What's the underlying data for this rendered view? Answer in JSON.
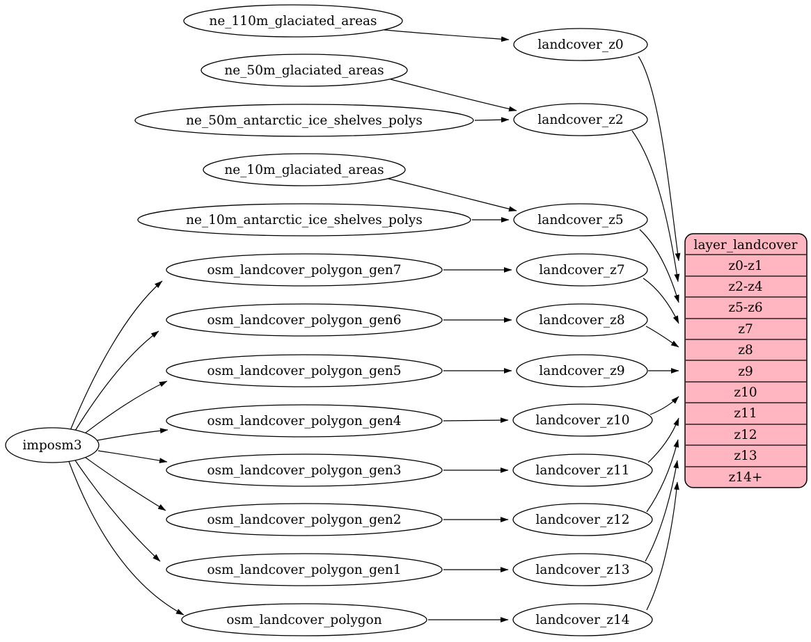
{
  "colors": {
    "background": "#ffffff",
    "node_fill": "#ffffff",
    "node_stroke": "#000000",
    "edge_stroke": "#000000",
    "table_fill": "#ffb6c1",
    "text": "#000000"
  },
  "nodes": {
    "imposm3": "imposm3",
    "ne_110m_glaciated_areas": "ne_110m_glaciated_areas",
    "ne_50m_glaciated_areas": "ne_50m_glaciated_areas",
    "ne_50m_antarctic_ice_shelves_polys": "ne_50m_antarctic_ice_shelves_polys",
    "ne_10m_glaciated_areas": "ne_10m_glaciated_areas",
    "ne_10m_antarctic_ice_shelves_polys": "ne_10m_antarctic_ice_shelves_polys",
    "osm_landcover_polygon_gen7": "osm_landcover_polygon_gen7",
    "osm_landcover_polygon_gen6": "osm_landcover_polygon_gen6",
    "osm_landcover_polygon_gen5": "osm_landcover_polygon_gen5",
    "osm_landcover_polygon_gen4": "osm_landcover_polygon_gen4",
    "osm_landcover_polygon_gen3": "osm_landcover_polygon_gen3",
    "osm_landcover_polygon_gen2": "osm_landcover_polygon_gen2",
    "osm_landcover_polygon_gen1": "osm_landcover_polygon_gen1",
    "osm_landcover_polygon": "osm_landcover_polygon",
    "landcover_z0": "landcover_z0",
    "landcover_z2": "landcover_z2",
    "landcover_z5": "landcover_z5",
    "landcover_z7": "landcover_z7",
    "landcover_z8": "landcover_z8",
    "landcover_z9": "landcover_z9",
    "landcover_z10": "landcover_z10",
    "landcover_z11": "landcover_z11",
    "landcover_z12": "landcover_z12",
    "landcover_z13": "landcover_z13",
    "landcover_z14": "landcover_z14"
  },
  "table": {
    "title": "layer_landcover",
    "rows": [
      "z0-z1",
      "z2-z4",
      "z5-z6",
      "z7",
      "z8",
      "z9",
      "z10",
      "z11",
      "z12",
      "z13",
      "z14+"
    ]
  },
  "edges": [
    {
      "from": "imposm3",
      "to": "osm_landcover_polygon_gen7"
    },
    {
      "from": "imposm3",
      "to": "osm_landcover_polygon_gen6"
    },
    {
      "from": "imposm3",
      "to": "osm_landcover_polygon_gen5"
    },
    {
      "from": "imposm3",
      "to": "osm_landcover_polygon_gen4"
    },
    {
      "from": "imposm3",
      "to": "osm_landcover_polygon_gen3"
    },
    {
      "from": "imposm3",
      "to": "osm_landcover_polygon_gen2"
    },
    {
      "from": "imposm3",
      "to": "osm_landcover_polygon_gen1"
    },
    {
      "from": "imposm3",
      "to": "osm_landcover_polygon"
    },
    {
      "from": "ne_110m_glaciated_areas",
      "to": "landcover_z0"
    },
    {
      "from": "ne_50m_glaciated_areas",
      "to": "landcover_z2"
    },
    {
      "from": "ne_50m_antarctic_ice_shelves_polys",
      "to": "landcover_z2"
    },
    {
      "from": "ne_10m_glaciated_areas",
      "to": "landcover_z5"
    },
    {
      "from": "ne_10m_antarctic_ice_shelves_polys",
      "to": "landcover_z5"
    },
    {
      "from": "osm_landcover_polygon_gen7",
      "to": "landcover_z7"
    },
    {
      "from": "osm_landcover_polygon_gen6",
      "to": "landcover_z8"
    },
    {
      "from": "osm_landcover_polygon_gen5",
      "to": "landcover_z9"
    },
    {
      "from": "osm_landcover_polygon_gen4",
      "to": "landcover_z10"
    },
    {
      "from": "osm_landcover_polygon_gen3",
      "to": "landcover_z11"
    },
    {
      "from": "osm_landcover_polygon_gen2",
      "to": "landcover_z12"
    },
    {
      "from": "osm_landcover_polygon_gen1",
      "to": "landcover_z13"
    },
    {
      "from": "osm_landcover_polygon",
      "to": "landcover_z14"
    },
    {
      "from": "landcover_z0",
      "to": "layer_landcover.z0-z1"
    },
    {
      "from": "landcover_z2",
      "to": "layer_landcover.z2-z4"
    },
    {
      "from": "landcover_z5",
      "to": "layer_landcover.z5-z6"
    },
    {
      "from": "landcover_z7",
      "to": "layer_landcover.z7"
    },
    {
      "from": "landcover_z8",
      "to": "layer_landcover.z8"
    },
    {
      "from": "landcover_z9",
      "to": "layer_landcover.z9"
    },
    {
      "from": "landcover_z10",
      "to": "layer_landcover.z10"
    },
    {
      "from": "landcover_z11",
      "to": "layer_landcover.z11"
    },
    {
      "from": "landcover_z12",
      "to": "layer_landcover.z12"
    },
    {
      "from": "landcover_z13",
      "to": "layer_landcover.z13"
    },
    {
      "from": "landcover_z14",
      "to": "layer_landcover.z14+"
    }
  ]
}
